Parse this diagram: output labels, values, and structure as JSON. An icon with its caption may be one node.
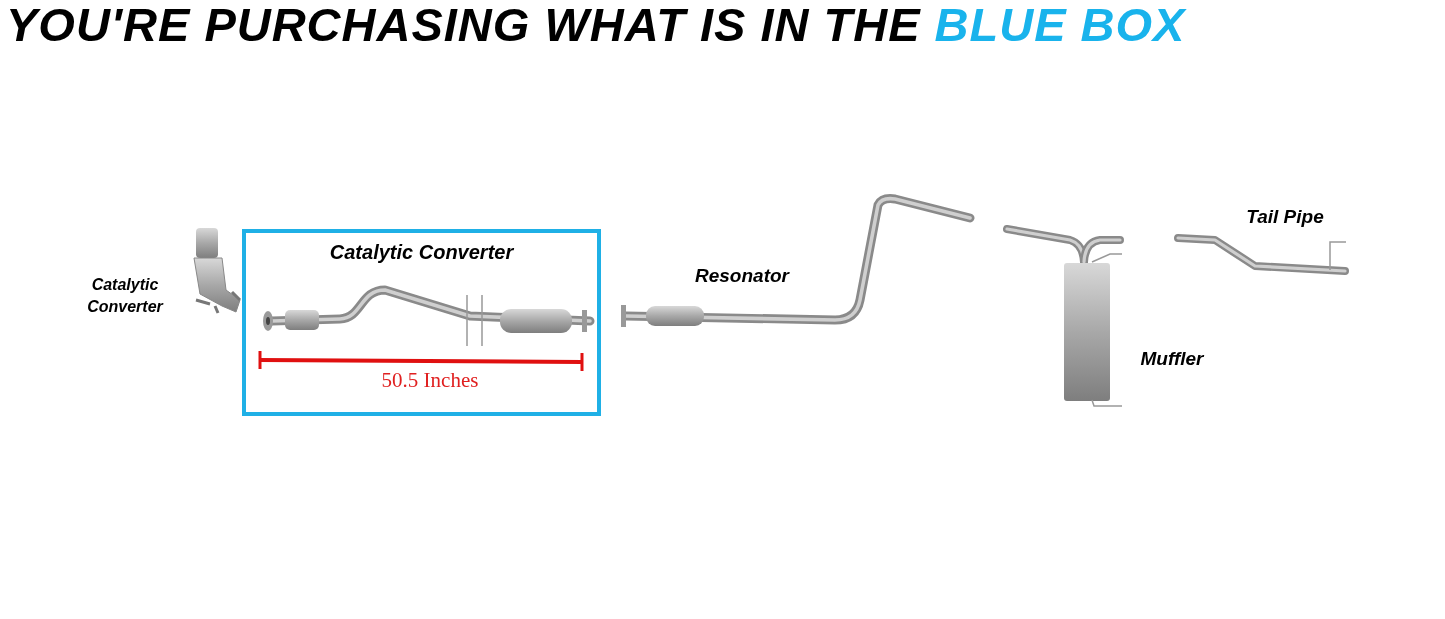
{
  "diagram": {
    "title": "YOU'RE PURCHASING WHAT IS IN THE BLUE BOX",
    "nodes": [
      {
        "text": [
          "Catalytic Converter"
        ]
      }
    ],
    "labels": [
      "Catalytic Converter",
      "50.5 Inches",
      "Resonator",
      "Tail Pipe",
      "Muffler"
    ]
  }
}
